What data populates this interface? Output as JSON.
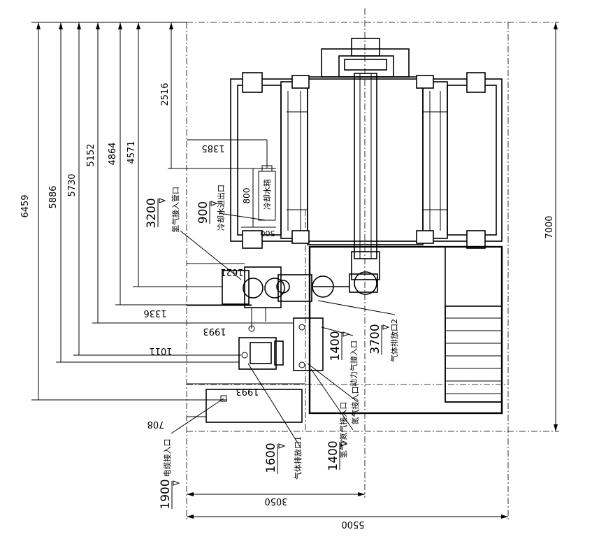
{
  "dimensions": {
    "d6459": "6459",
    "d5886": "5886",
    "d5730": "5730",
    "d5152": "5152",
    "d4864": "4864",
    "d4571": "4571",
    "d2516": "2516",
    "d1385": "1385",
    "d800": "800",
    "d500": "500",
    "d1621": "1621",
    "d1336": "1336",
    "d1993a": "1993",
    "d1011": "1011",
    "d1993b": "1993",
    "d708": "708",
    "d3050": "3050",
    "d5500": "5500",
    "d7000": "7000"
  },
  "elevations": {
    "e3200": "3200",
    "e900": "900",
    "e1400a": "1400",
    "e3700": "3700",
    "e1600": "1600",
    "e1400b": "1400",
    "e1900": "1900"
  },
  "labels": {
    "hydrogen_inlet": "氢气接入管口",
    "cooling_water_outlet": "冷却水进出口",
    "cooling_water_tank": "冷却水箱",
    "gas_vent_2": "气体排放口2",
    "power_gas_inlet": "动力气接入口",
    "nitrogen_inlet": "氮气接入口",
    "hydrogen_nitrogen_inlet": "氢气/氮气接入口",
    "gas_vent_1": "气体排放口1",
    "cable_inlet": "电缆接入口"
  }
}
